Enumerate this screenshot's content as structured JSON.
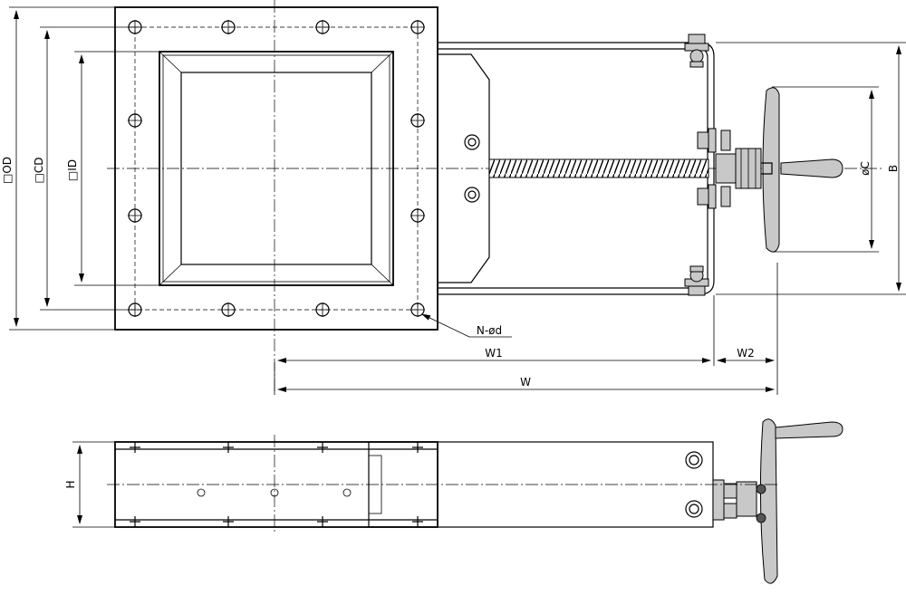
{
  "labels": {
    "od": "□OD",
    "cd": "□CD",
    "id": "□ID",
    "b": "B",
    "c": "øC",
    "w1": "W1",
    "w2": "W2",
    "w": "W",
    "h": "H",
    "holes": "N-ød"
  }
}
